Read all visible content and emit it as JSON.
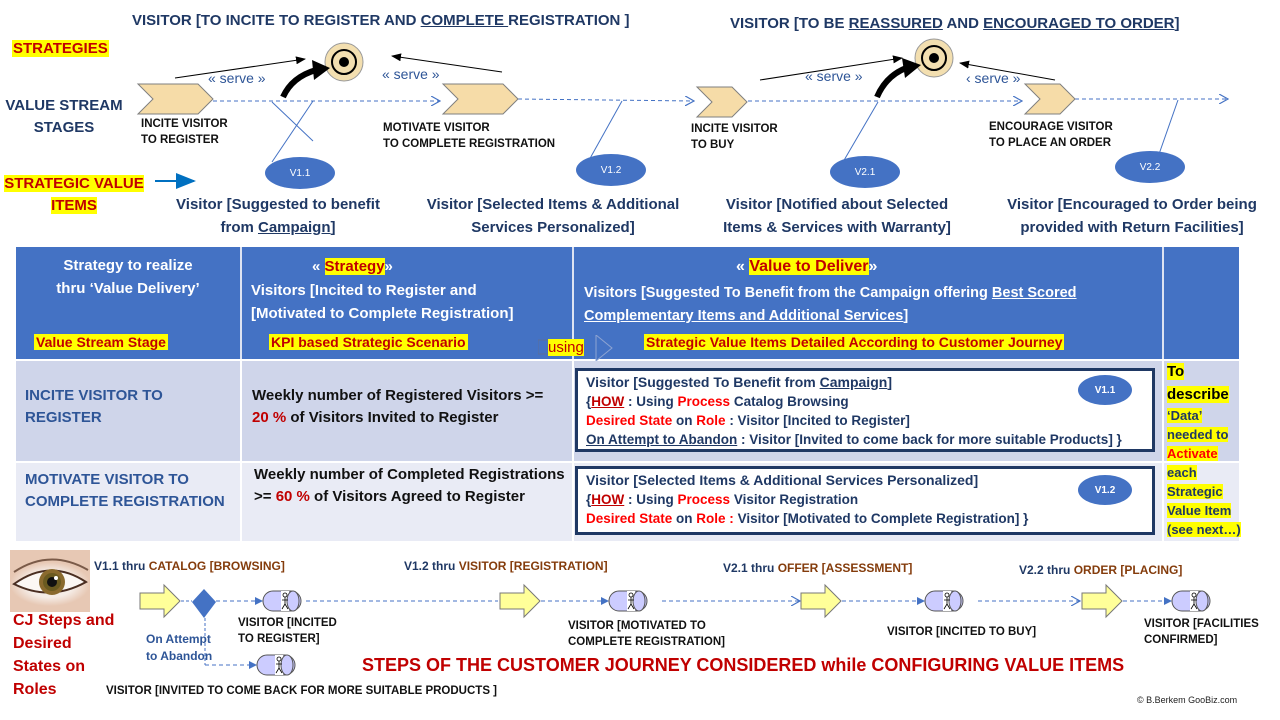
{
  "top": {
    "strategies_label": "STRATEGIES",
    "value_stream_label": "VALUE STREAM STAGES",
    "strategic_value_label": "STRATEGIC VALUE ITEMS",
    "strategy1_title_pre": "VISITOR [TO INCITE TO REGISTER AND ",
    "strategy1_title_u": "COMPLETE ",
    "strategy1_title_post": "REGISTRATION ]",
    "strategy2_title_pre": "VISITOR [TO BE ",
    "strategy2_title_u1": "REASSURED",
    "strategy2_title_mid": " AND ",
    "strategy2_title_u2": "ENCOURAGED TO ORDER",
    "strategy2_title_post": "]",
    "serve_label": "« serve »",
    "serve_label_partial1": "« serve »",
    "serve_label_partial2": "‹ serve »",
    "stages": [
      {
        "line1": "INCITE VISITOR",
        "line2": "TO REGISTER"
      },
      {
        "line1": "MOTIVATE VISITOR",
        "line2": "TO COMPLETE REGISTRATION"
      },
      {
        "line1": "INCITE VISITOR",
        "line2": "TO BUY"
      },
      {
        "line1": "ENCOURAGE VISITOR",
        "line2": "TO PLACE AN ORDER"
      }
    ],
    "value_items": [
      {
        "id": "V1.1",
        "line1": "Visitor [Suggested to benefit",
        "line2_pre": "from  ",
        "line2_u": "Campaign",
        "line2_post": "]"
      },
      {
        "id": "V1.2",
        "line1": "Visitor [Selected Items & Additional",
        "line2_pre": "Services Personalized]",
        "line2_u": "",
        "line2_post": ""
      },
      {
        "id": "V2.1",
        "line1": "Visitor [Notified about Selected",
        "line2_pre": "Items & Services with Warranty]",
        "line2_u": "",
        "line2_post": ""
      },
      {
        "id": "V2.2",
        "line1": "Visitor [Encouraged to Order being",
        "line2_pre": "provided with Return Facilities]",
        "line2_u": "",
        "line2_post": ""
      }
    ]
  },
  "table": {
    "col1_header_line1": "Strategy to realize",
    "col1_header_line2": "thru ‘Value  Delivery’",
    "col1_label": "Value Stream Stage",
    "col2_header_pre": "«  ",
    "col2_header_hl": "Strategy",
    "col2_header_post": "»",
    "col2_header_line2": "Visitors [Incited to Register and",
    "col2_header_line3": "[Motivated to Complete Registration]",
    "col2_label": "KPI based Strategic Scenario",
    "using_label": "using",
    "col3_header_pre": "« ",
    "col3_header_hl": "Value  to  Deliver",
    "col3_header_post": "»",
    "col3_header_line2_pre": "Visitors [Suggested To Benefit from the Campaign offering ",
    "col3_header_line2_u": "Best Scored",
    "col3_header_line3_u": "Complementary Items and Additional Services",
    "col3_header_line3_post": "]",
    "col3_label": "Strategic Value Items Detailed According to Customer Journey",
    "rows": [
      {
        "stage": "INCITE VISITOR TO REGISTER",
        "kpi_pre": "Weekly number of Registered Visitors >=  ",
        "kpi_pct": "20 %",
        "kpi_post": "  of Visitors Invited to Register",
        "item_id": "V1.1",
        "item_title_pre": "Visitor  [Suggested To Benefit from  ",
        "item_title_u": "Campaign",
        "item_title_post": "]",
        "how_u": "HOW",
        "how_mid": " : Using ",
        "how_process": "Process",
        "how_post": " Catalog Browsing",
        "state_label": "Desired State",
        "state_on": " on ",
        "state_role": "Role",
        "state_value": "  : Visitor [Incited to Register]",
        "abandon_u": "On Attempt to Abandon",
        "abandon_value": " : Visitor [Invited to come back for more suitable Products] }"
      },
      {
        "stage": "MOTIVATE VISITOR TO COMPLETE REGISTRATION",
        "kpi_pre": "Weekly number of Completed Registrations >= ",
        "kpi_pct": "60 %",
        "kpi_post": " of Visitors Agreed to Register",
        "item_id": "V1.2",
        "item_title_pre": "Visitor  [Selected Items & Additional  Services Personalized]",
        "item_title_u": "",
        "item_title_post": "",
        "how_u": "HOW",
        "how_mid": " : Using ",
        "how_process": "Process",
        "how_post": " Visitor Registration",
        "state_label": "Desired State",
        "state_on": " on ",
        "state_role": "Role :",
        "state_value": " Visitor [Motivated to Complete Registration] }"
      }
    ],
    "note": {
      "l1": "To",
      "l2": "describe",
      "l3": "‘Data’",
      "l4": "needed to",
      "l5": "Activate",
      "l6": "each",
      "l7": "Strategic",
      "l8": "Value Item",
      "l9": "(see next…)"
    }
  },
  "journey": {
    "side_title": "CJ Steps and Desired States on Roles",
    "steps": [
      {
        "id": "V1.1",
        "thru": " thru ",
        "process": "CATALOG [BROWSING]",
        "state": [
          "VISITOR  [INCITED",
          "TO REGISTER]"
        ]
      },
      {
        "id": "V1.2",
        "thru": " thru ",
        "process": "VISITOR [REGISTRATION]",
        "state": [
          "VISITOR  [MOTIVATED TO",
          "COMPLETE REGISTRATION]"
        ]
      },
      {
        "id": "V2.1",
        "thru": " thru ",
        "process": "OFFER [ASSESSMENT]",
        "state": [
          "VISITOR  [INCITED TO BUY]"
        ]
      },
      {
        "id": "V2.2",
        "thru": " thru ",
        "process": "ORDER  [PLACING]",
        "state": [
          "VISITOR  [FACILITIES",
          "CONFIRMED]"
        ]
      }
    ],
    "abandon_label_l1": "On Attempt",
    "abandon_label_l2": "to Abandon",
    "abandon_state": "VISITOR  [INVITED TO COME BACK FOR MORE SUITABLE PRODUCTS ]",
    "steps_caption": "STEPS OF THE CUSTOMER JOURNEY CONSIDERED while CONFIGURING VALUE ITEMS",
    "copyright": "© B.Berkem GooBiz.com"
  },
  "colors": {
    "header_blue": "#4472c4",
    "row_light1": "#cfd5ea",
    "row_light2": "#e9ebf5",
    "navy": "#1f3864",
    "highlight": "#ffff00",
    "red": "#c00000",
    "chevron": "#f6dca8",
    "step_arrow": "#ffff99",
    "role_fill": "#ccccff"
  }
}
